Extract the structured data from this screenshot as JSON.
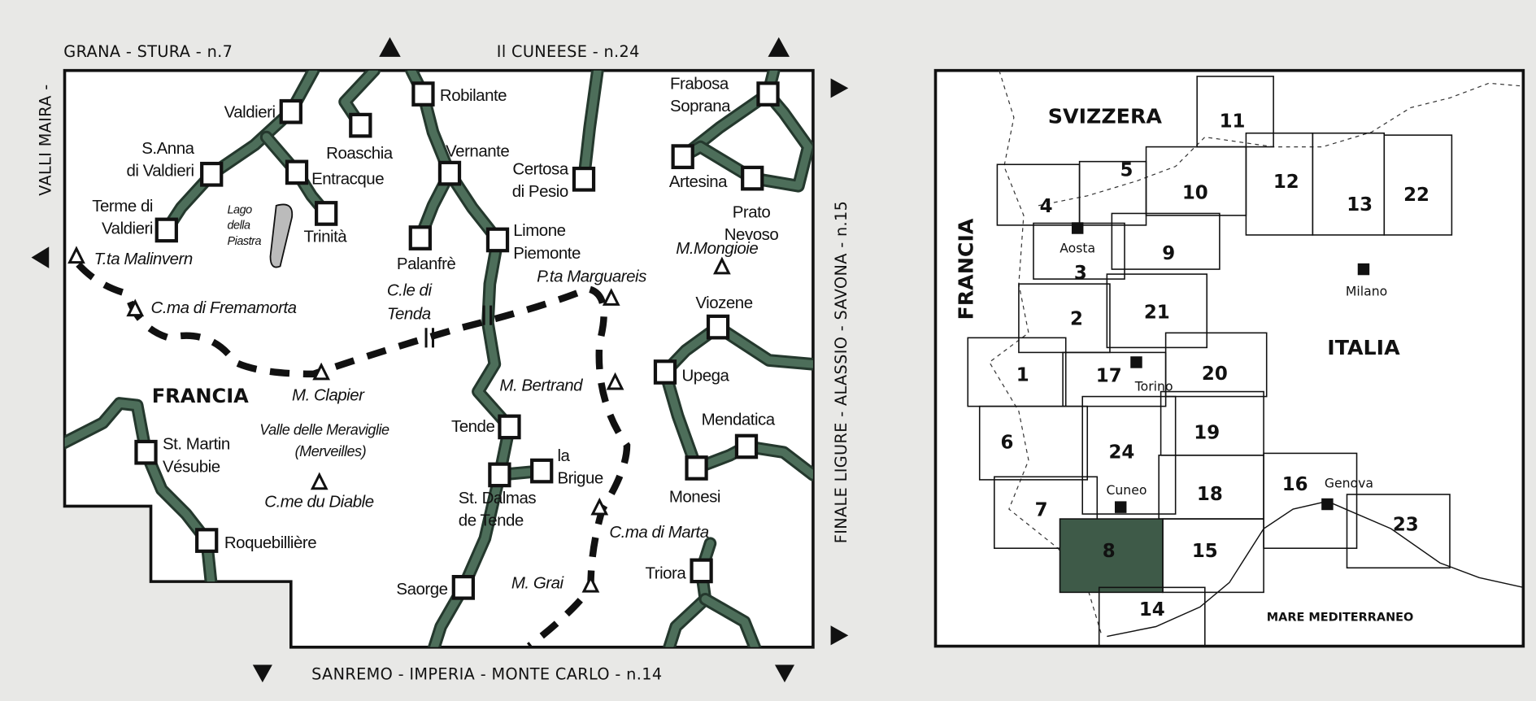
{
  "edges": {
    "top_left": "GRANA - STURA - n.7",
    "top_right": "Il CUNEESE - n.24",
    "left": "VALLI MAIRA -",
    "right": "FINALE LIGURE - ALASSIO - SAVONA - n.15",
    "bottom": "SANREMO - IMPERIA - MONTE CARLO - n.14"
  },
  "detail_map": {
    "country_label": "FRANCIA",
    "towns": [
      {
        "lines": [
          "Valdieri"
        ]
      },
      {
        "lines": [
          "Roaschia"
        ]
      },
      {
        "lines": [
          "Robilante"
        ]
      },
      {
        "lines": [
          "S.Anna",
          "di Valdieri"
        ]
      },
      {
        "lines": [
          "Entracque"
        ]
      },
      {
        "lines": [
          "Vernante"
        ]
      },
      {
        "lines": [
          "Certosa",
          "di Pesio"
        ]
      },
      {
        "lines": [
          "Frabosa",
          "Soprana"
        ]
      },
      {
        "lines": [
          "Artesina"
        ]
      },
      {
        "lines": [
          "Prato",
          "Nevoso"
        ]
      },
      {
        "lines": [
          "Terme di",
          "Valdieri"
        ]
      },
      {
        "lines": [
          "Trinità"
        ]
      },
      {
        "lines": [
          "Palanfrè"
        ]
      },
      {
        "lines": [
          "Limone",
          "Piemonte"
        ]
      },
      {
        "lines": [
          "Viozene"
        ]
      },
      {
        "lines": [
          "Upega"
        ]
      },
      {
        "lines": [
          "Tende"
        ]
      },
      {
        "lines": [
          "Mendatica"
        ]
      },
      {
        "lines": [
          "la",
          "Brigue"
        ]
      },
      {
        "lines": [
          "St. Dalmas",
          "de Tende"
        ]
      },
      {
        "lines": [
          "Monesi"
        ]
      },
      {
        "lines": [
          "St. Martin",
          "Vésubie"
        ]
      },
      {
        "lines": [
          "Roquebillière"
        ]
      },
      {
        "lines": [
          "Saorge"
        ]
      },
      {
        "lines": [
          "Triora"
        ]
      }
    ],
    "peaks": [
      {
        "name": "T.ta Malinvern"
      },
      {
        "name": "C.ma di Fremamorta"
      },
      {
        "name": "M.Mongioie"
      },
      {
        "name": "P.ta Marguareis"
      },
      {
        "name": "M. Clapier"
      },
      {
        "name": "M. Bertrand"
      },
      {
        "name": "C.me du Diable"
      },
      {
        "name": "C.ma di Marta"
      },
      {
        "name": "M. Grai"
      }
    ],
    "features": {
      "valley": [
        "Valle delle Meraviglie",
        "(Merveilles)"
      ],
      "lake": [
        "Lago",
        "della",
        "Piastra"
      ],
      "pass": [
        "C.le di",
        "Tenda"
      ]
    }
  },
  "index_map": {
    "countries": {
      "switzerland": "SVIZZERA",
      "italy": "ITALIA",
      "france": "FRANCIA"
    },
    "sea": "MARE MEDITERRANEO",
    "highlighted_sheet": "8",
    "highlight_color": "#3e5a48",
    "sheets": [
      "11",
      "12",
      "13",
      "22",
      "10",
      "4",
      "5",
      "3",
      "9",
      "2",
      "21",
      "1",
      "17",
      "20",
      "6",
      "24",
      "19",
      "18",
      "7",
      "16",
      "23",
      "8",
      "15",
      "14"
    ],
    "cities": [
      "Aosta",
      "Torino",
      "Milano",
      "Cuneo",
      "Genova"
    ]
  },
  "colors": {
    "road": "#4d6e5a",
    "road_edge": "#24382d",
    "background": "#e8e8e6"
  }
}
